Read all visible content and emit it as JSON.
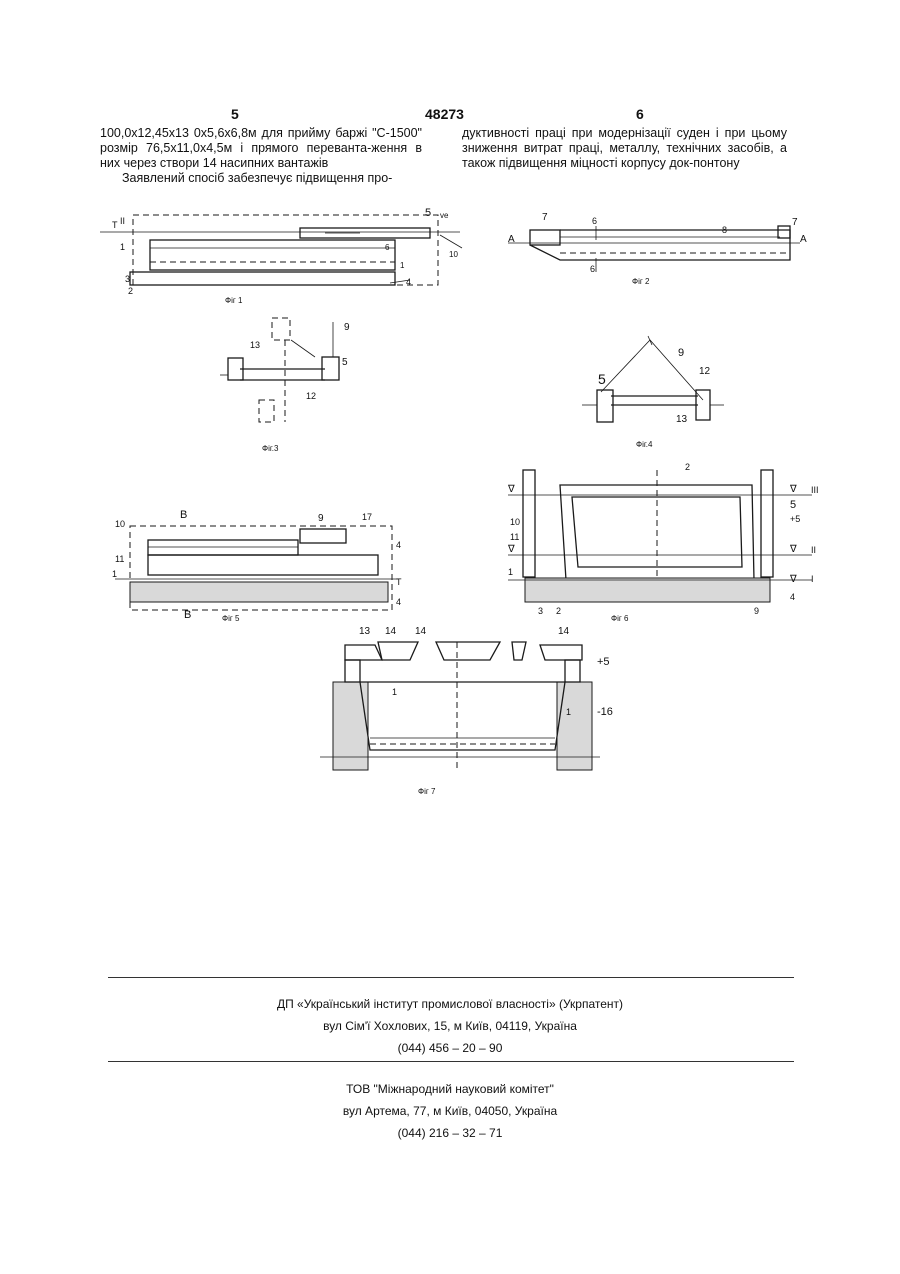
{
  "header": {
    "page_left": "5",
    "patent_number": "48273",
    "page_right": "6"
  },
  "text": {
    "left_col_p1": "100,0х12,45х13 0х5,6х6,8м  для прийму баржі \"С-1500\" розмір 76,5х11,0х4,5м  і прямого переванта-ження в них через створи 14 насипних вантажів",
    "left_col_p2": "Заявлений спосіб забезпечує підвищення про-",
    "right_col_p1": "дуктивності праці при модернізації суден і при цьому зниження витрат праці, металлу, технічних засобів, а також підвищення міцності корпусу док-понтону"
  },
  "figures": {
    "fig1": "Фіг 1",
    "fig2": "Фіг 2",
    "fig3": "Фіг.3",
    "fig4": "Фіг.4",
    "fig5": "Фіг 5",
    "fig6": "Фіг 6",
    "fig7": "Фіг 7"
  },
  "footer": {
    "org1": "ДП «Український інститут промислової власності» (Укрпатент)",
    "addr1": "вул  Сім'ї Хохлових, 15, м  Київ, 04119, Україна",
    "phone1": "(044) 456 – 20 –  90",
    "org2": "ТОВ \"Міжнародний науковий комітет\"",
    "addr2": "вул  Артема, 77, м  Київ, 04050, Україна",
    "phone2": "(044) 216 – 32 – 71"
  }
}
